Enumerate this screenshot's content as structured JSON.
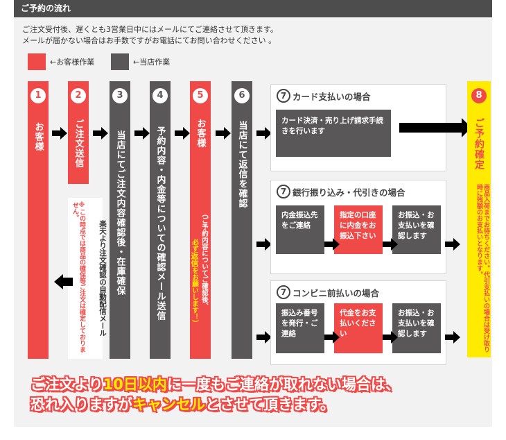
{
  "header": {
    "title": "ご予約の流れ"
  },
  "intro": {
    "line1": "ご注文受付後、遅くとも3営業日中にはメールにてご連絡させて頂きます。",
    "line2": "メールが届かない場合はお手数ですがお電話にてお問い合わせください 。"
  },
  "legend": {
    "customer": "←お客様作業",
    "shop": "←当店作業",
    "customer_color": "#f04a48",
    "shop_color": "#595757"
  },
  "steps": {
    "s1": {
      "num": "1",
      "text": "お客様"
    },
    "s2": {
      "num": "2",
      "text": "ご注文送信"
    },
    "s3": {
      "num": "3",
      "text": "当店にてご注文内容確認後・在庫確保"
    },
    "s4": {
      "num": "4",
      "text": "予約内容・内金等についての確認メール送信"
    },
    "s5": {
      "num": "5",
      "text": "お客様",
      "note1": "（ご予約内容についてご確認後、",
      "note2": "必ず",
      "note3": "返信",
      "note4": "をお願いします！）"
    },
    "s6": {
      "num": "6",
      "text": "当店にて返信を確認"
    },
    "s8": {
      "num": "8",
      "text": "ご予約確定",
      "note": "商品入荷までお待ちください。代引支払いの場合は受け取り時に残額のお支払いとなります。"
    }
  },
  "rakuten_note": {
    "main": "楽天より注文確認の自動配信メール",
    "sub": "※この時点では商品の確保等ご注文は確定しておりません。"
  },
  "options": {
    "card": {
      "num": "7",
      "title": "カード支払いの場合",
      "step1": "カード決済・売り上げ請求手続きを行います"
    },
    "bank": {
      "num": "7",
      "title": "銀行振り込み・代引きの場合",
      "step1": "内金振込先をご連絡",
      "step2": "指定の口座に内金をお振込下さい",
      "step3": "お振込・お支払いを確認します"
    },
    "conv": {
      "num": "7",
      "title": "コンビニ前払いの場合",
      "step1": "振込み番号を発行・ご連絡",
      "step2": "代金をお支払いください",
      "step3": "お振込・お支払いを確認します"
    }
  },
  "warning": {
    "l1a": "ご注文より",
    "l1b": "10日以内",
    "l1c": "に一度もご連絡が取れない場合は、",
    "l2a": "恐れ入りますが",
    "l2b": "キャンセル",
    "l2c": "とさせて頂きます。"
  }
}
